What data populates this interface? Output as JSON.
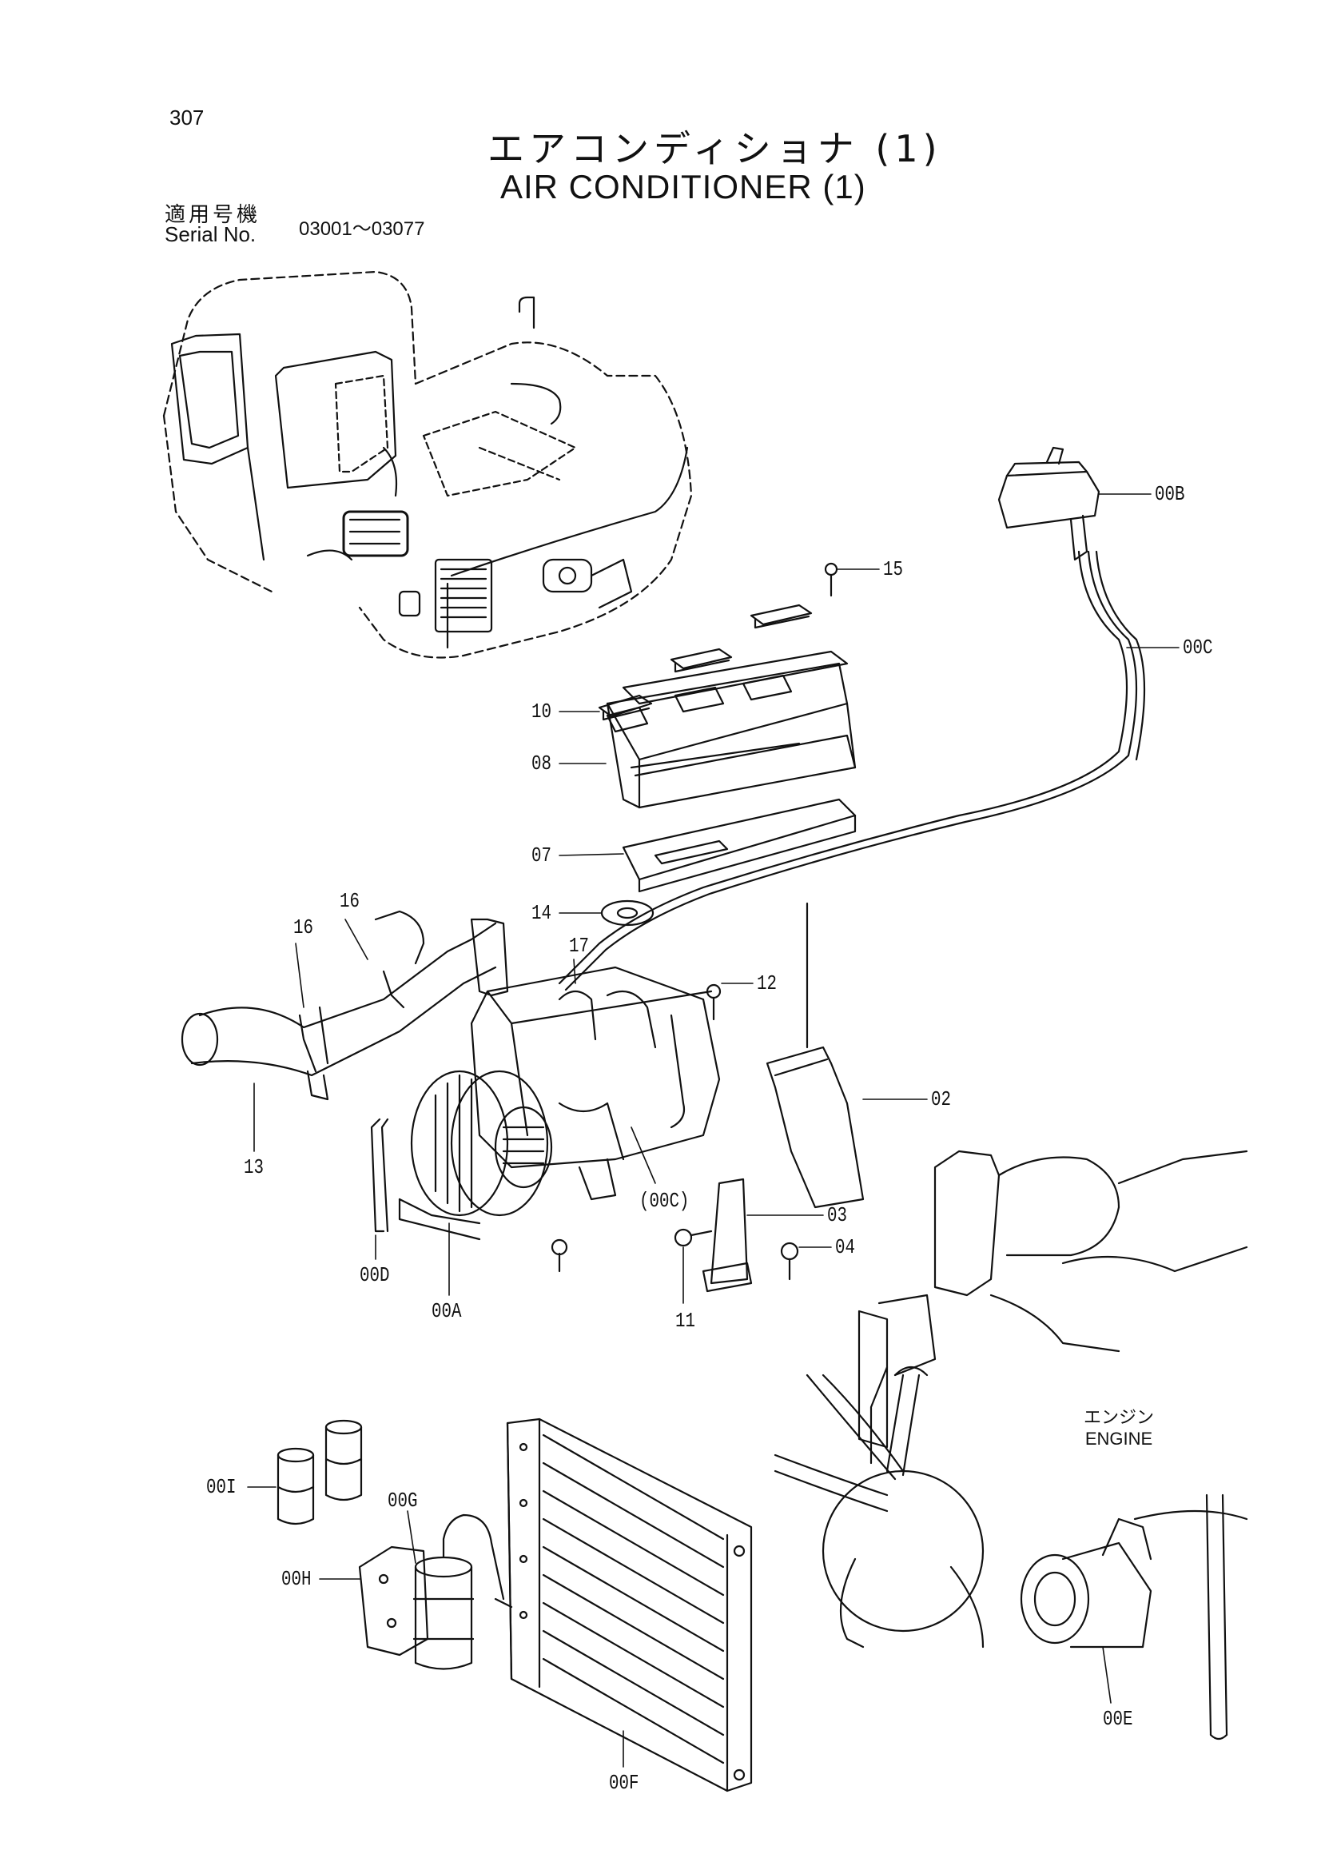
{
  "header": {
    "page_number": "307",
    "title_jp": "エアコンディショナ (1)",
    "title_en": "AIR CONDITIONER (1)",
    "serial_label_jp": "適用号機",
    "serial_label_en": "Serial No.",
    "serial_range": "03001～03077"
  },
  "engine_label": {
    "jp": "エンジン",
    "en": "ENGINE"
  },
  "callouts": {
    "c00B": "00B",
    "c15": "15",
    "c00C": "00C",
    "c10": "10",
    "c08": "08",
    "c07": "07",
    "c14": "14",
    "c16a": "16",
    "c16b": "16",
    "c17": "17",
    "c12": "12",
    "c02": "02",
    "c13": "13",
    "c00C2": "(00C)",
    "c03": "03",
    "c04": "04",
    "c00D": "00D",
    "c00A": "00A",
    "c11": "11",
    "c00I": "00I",
    "c00G": "00G",
    "c00H": "00H",
    "c00F": "00F",
    "c00E": "00E"
  },
  "colors": {
    "ink": "#111111",
    "paper": "#ffffff"
  }
}
